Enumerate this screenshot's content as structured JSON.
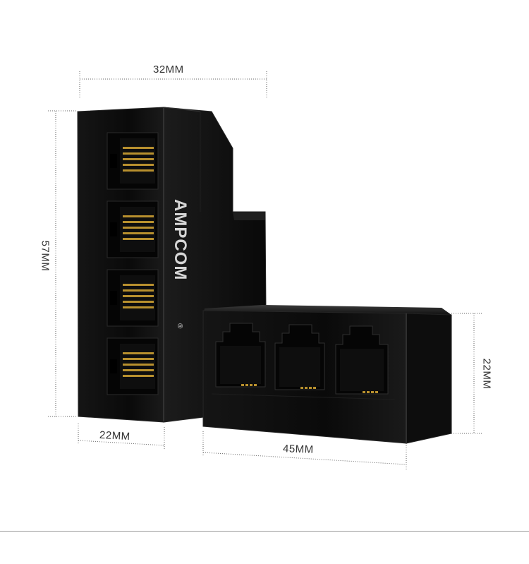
{
  "dimensions": {
    "width_top": "32MM",
    "height_left": "57MM",
    "depth_bottom": "22MM",
    "width_bottom": "45MM",
    "height_right": "22MM"
  },
  "product": {
    "brand": "AMPCOM",
    "registered_mark": "®",
    "ports_vertical": 4,
    "ports_horizontal": 3
  },
  "colors": {
    "body": "#0b0b0b",
    "edge": "#2a2a2a",
    "contact": "#b8902e",
    "guide": "#555555"
  }
}
